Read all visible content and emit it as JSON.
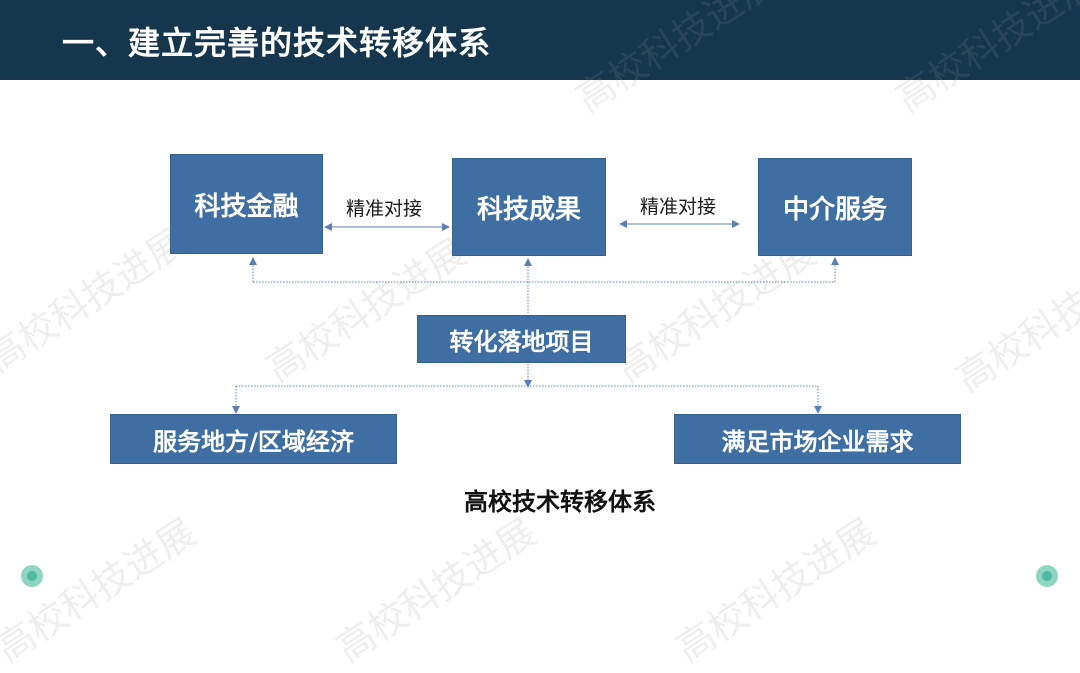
{
  "header": {
    "title": "一、建立完善的技术转移体系"
  },
  "nodes": {
    "finance": "科技金融",
    "results": "科技成果",
    "intermediary": "中介服务",
    "transform": "转化落地项目",
    "local_economy": "服务地方/区域经济",
    "market_demand": "满足市场企业需求"
  },
  "links": {
    "left_label": "精准对接",
    "right_label": "精准对接"
  },
  "caption": "高校技术转移体系",
  "watermark": "高校科技进展",
  "colors": {
    "header_bg": "#16364e",
    "box_bg": "#3f6ea2",
    "connector": "#5b7fb5",
    "accent_dot": "#4fb8a0"
  }
}
